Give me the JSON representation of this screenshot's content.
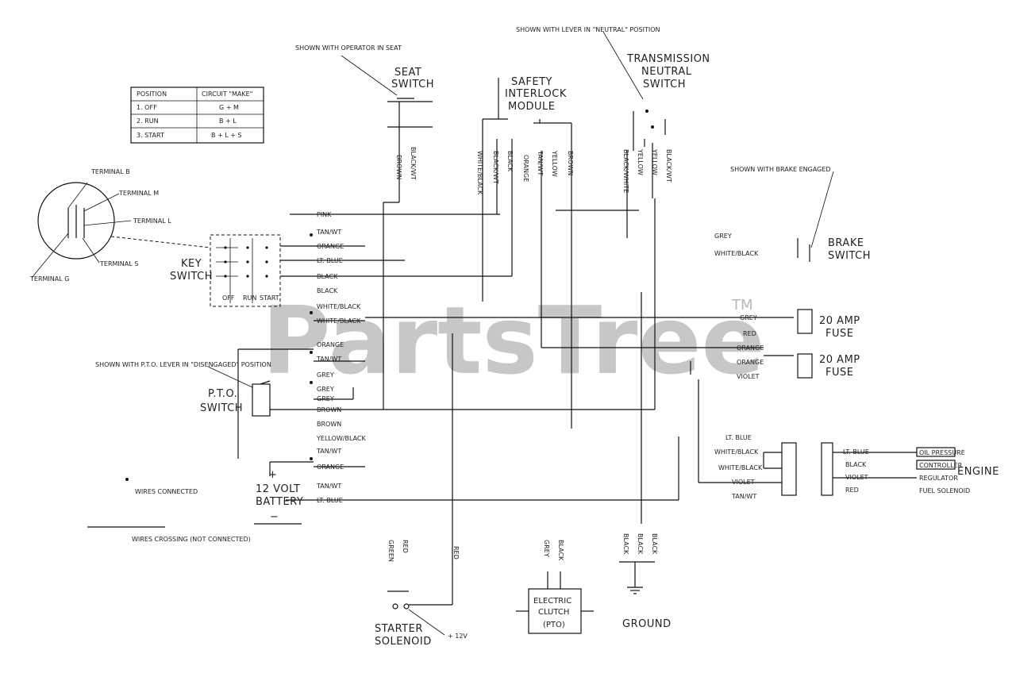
{
  "watermark": {
    "brand": "PartsTree",
    "tm": "TM"
  },
  "table": {
    "headers": [
      "POSITION",
      "CIRCUIT \"MAKE\""
    ],
    "rows": [
      [
        "1. OFF",
        "G + M"
      ],
      [
        "2. RUN",
        "B + L"
      ],
      [
        "3. START",
        "B + L + S"
      ]
    ]
  },
  "notes": {
    "pto_switch_shown": "SHOWN WITH P.T.O. LEVER IN \"DISENGAGED\" POSITION",
    "transmission_shown": "SHOWN WITH LEVER IN \"NEUTRAL\" POSITION",
    "brake_shown": "SHOWN WITH BRAKE ENGAGED",
    "seat_shown": "SHOWN WITH OPERATOR IN SEAT",
    "wires_connected": "WIRES CONNECTED",
    "wires_crossing": "WIRES CROSSING (NOT CONNECTED)"
  },
  "terminals": [
    "TERMINAL B",
    "TERMINAL M",
    "TERMINAL L",
    "TERMINAL S",
    "TERMINAL G"
  ],
  "components": {
    "key_switch": [
      "KEY",
      "SWITCH"
    ],
    "key_positions": [
      "OFF",
      "RUN",
      "START"
    ],
    "seat_switch": [
      "SEAT",
      "SWITCH"
    ],
    "interlock": [
      "SAFETY",
      "INTERLOCK",
      "MODULE"
    ],
    "transmission": [
      "TRANSMISSION",
      "NEUTRAL",
      "SWITCH"
    ],
    "brake": [
      "BRAKE",
      "SWITCH"
    ],
    "pto_switch": [
      "P.T.O.",
      "SWITCH"
    ],
    "battery": [
      "12 VOLT",
      "BATTERY"
    ],
    "fuse20": [
      "20 AMP",
      "FUSE"
    ],
    "fuse20b": [
      "20 AMP",
      "FUSE"
    ],
    "engine": "ENGINE",
    "starter": [
      "STARTER",
      "SOLENOID"
    ],
    "clutch": [
      "ELECTRIC",
      "CLUTCH",
      "(PTO)"
    ],
    "ground": "GROUND",
    "plus12": "+ 12V"
  },
  "wire_labels_key": [
    "PINK",
    "TAN/WT",
    "ORANGE",
    "LT. BLUE",
    "BLACK",
    "BLACK",
    "WHITE/BLACK",
    "WHITE/BLACK"
  ],
  "wire_labels_pto": [
    "ORANGE",
    "TAN/WT",
    "GREY",
    "GREY",
    "GREY",
    "BROWN",
    "BROWN",
    "YELLOW/BLACK",
    "TAN/WT",
    "ORANGE",
    "TAN/WT",
    "LT. BLUE"
  ],
  "wire_labels_right": [
    "GREY",
    "RED",
    "ORANGE",
    "ORANGE",
    "VIOLET"
  ],
  "wire_labels_engine_left": [
    "LT. BLUE",
    "WHITE/BLACK",
    "WHITE/BLACK",
    "VIOLET",
    "TAN/WT"
  ],
  "wire_labels_engine_right": [
    "LT. BLUE",
    "BLACK",
    "VIOLET",
    "RED"
  ],
  "engine_devices": [
    "OIL PRESSURE",
    "CONTROLLER",
    "REGULATOR",
    "FUEL SOLENOID"
  ],
  "vertical_labels": {
    "seat": [
      "BROWN",
      "BLACK/WT"
    ],
    "module": [
      "WHITE/BLACK",
      "BLACK/WT",
      "BLACK",
      "ORANGE",
      "TAN/WT",
      "YELLOW",
      "BROWN"
    ],
    "trans": [
      "BLACK/WHITE",
      "YELLOW",
      "YELLOW",
      "BLACK/WT"
    ],
    "starter": [
      "GREEN",
      "RED"
    ],
    "starter_mid": "RED",
    "clutch": [
      "GREY",
      "BLACK"
    ],
    "ground": [
      "BLACK",
      "BLACK",
      "BLACK"
    ]
  }
}
